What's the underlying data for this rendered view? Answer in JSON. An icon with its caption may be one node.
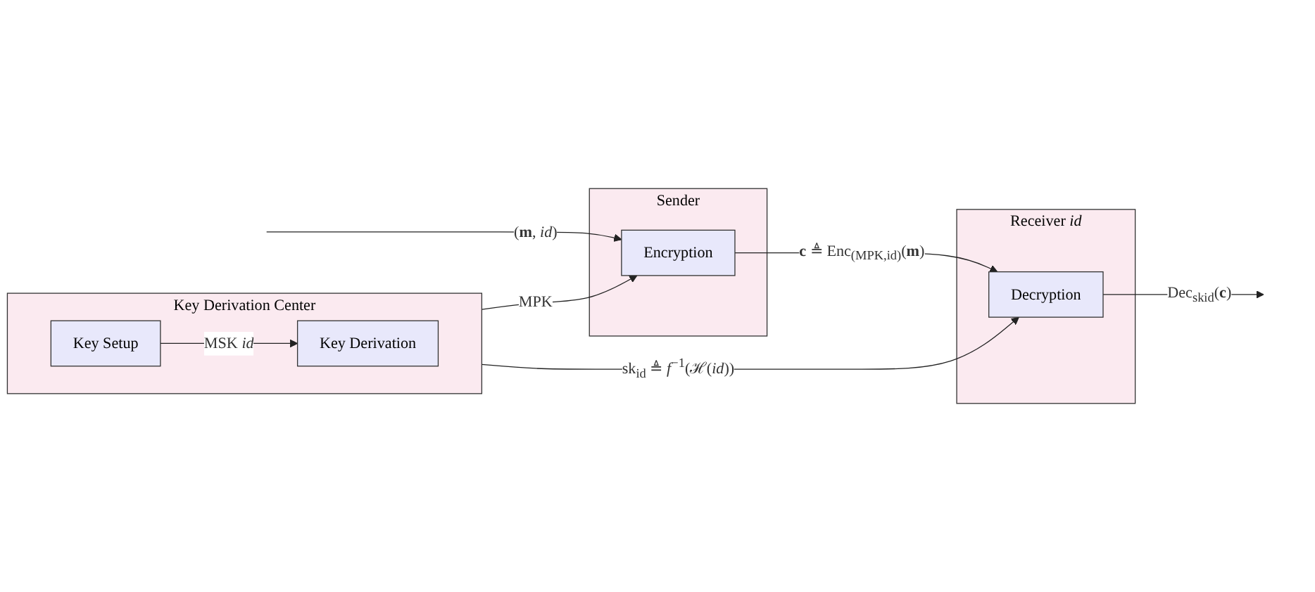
{
  "diagram": {
    "nodes": [
      {
        "text": [
          "Key Derivation Center"
        ]
      },
      {
        "text": [
          "Key Setup"
        ],
        "in": 0
      },
      {
        "text": [
          "Key Derivation"
        ],
        "in": 0
      },
      {
        "text": [
          "Sender"
        ]
      },
      {
        "text": [
          "Encryption"
        ],
        "in": 3
      },
      {
        "text": [
          "Receiver *id*"
        ]
      },
      {
        "text": [
          "Decryption"
        ],
        "in": 5
      }
    ],
    "edges": [
      {
        "from": 1,
        "to": 2,
        "arrow": "to",
        "label": "MSK *id*"
      },
      {
        "from": 0,
        "to": 4,
        "arrow": "to",
        "label": "MPK"
      },
      {
        "from": 0,
        "to": 6,
        "arrow": "to",
        "label": "sk$_{id}$ ≜ *f*$^{−1}$(ℋ(*id*))"
      },
      {
        "from": null,
        "to": 4,
        "arrow": "to",
        "label": "(**m**, *id*)"
      },
      {
        "from": 4,
        "to": 6,
        "arrow": "to",
        "label": "**c** ≜ Enc$_{(MPK,id)}$(**m**)"
      },
      {
        "from": 6,
        "to": null,
        "arrow": "to",
        "label": "Dec$_{sk}$$_{id}$(**c**)"
      }
    ]
  }
}
